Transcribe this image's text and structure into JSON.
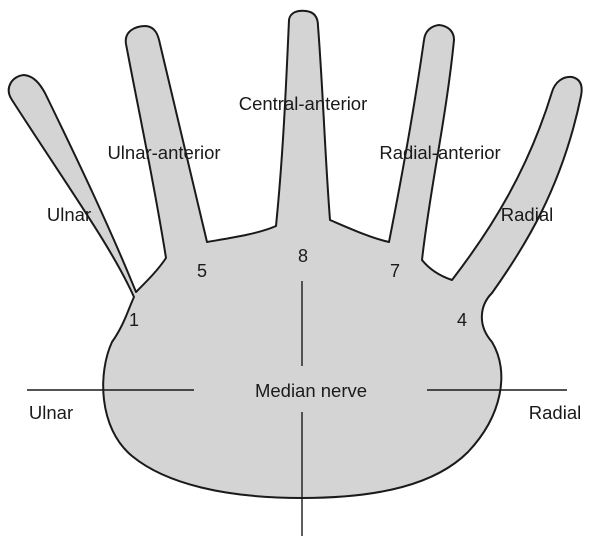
{
  "colors": {
    "fill": "#d4d4d4",
    "stroke": "#1a1a1a",
    "background": "#ffffff"
  },
  "labels": {
    "central_anterior": "Central-anterior",
    "ulnar_anterior": "Ulnar-anterior",
    "radial_anterior": "Radial-anterior",
    "ulnar_finger": "Ulnar",
    "radial_finger": "Radial",
    "median_nerve": "Median nerve",
    "ulnar_side": "Ulnar",
    "radial_side": "Radial"
  },
  "numbers": {
    "n1": "1",
    "n4": "4",
    "n5": "5",
    "n7": "7",
    "n8": "8"
  }
}
